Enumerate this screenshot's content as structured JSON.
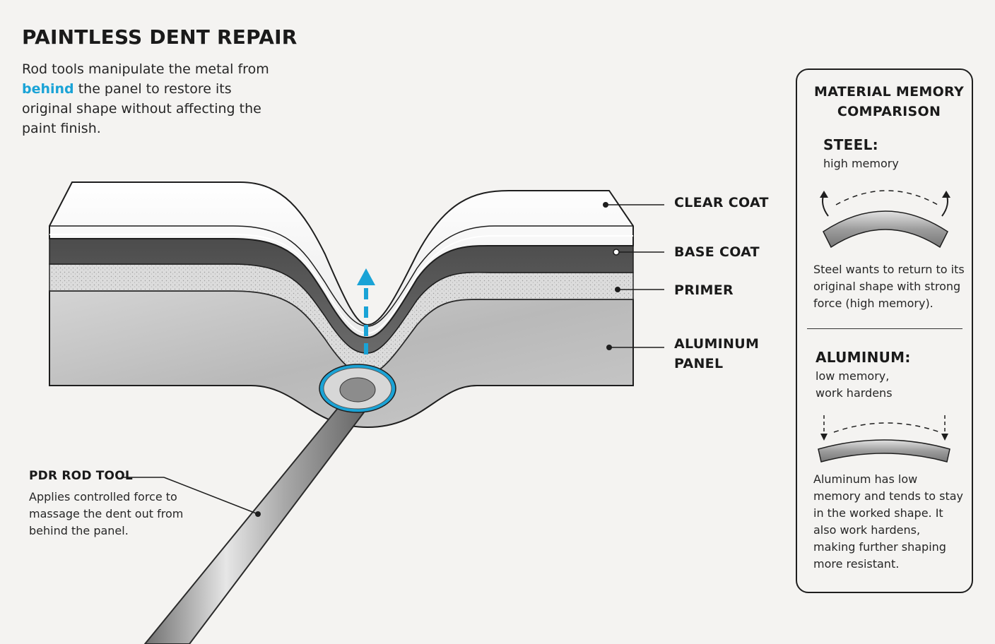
{
  "header": {
    "title": "PAINTLESS DENT REPAIR",
    "intro_before": "Rod tools manipulate the metal from ",
    "intro_highlight": "behind",
    "intro_after": " the panel to restore its original shape without affecting the paint finish.",
    "highlight_color": "#1aa3d6"
  },
  "layers": {
    "clear_coat": "CLEAR COAT",
    "base_coat": "BASE COAT",
    "primer": "PRIMER",
    "aluminum_panel_line1": "ALUMINUM",
    "aluminum_panel_line2": "PANEL"
  },
  "tool": {
    "title": "PDR ROD TOOL",
    "description": "Applies controlled force to massage the dent out from behind the panel."
  },
  "comparison": {
    "title": "MATERIAL MEMORY COMPARISON",
    "steel": {
      "name": "STEEL:",
      "memory": "high memory",
      "description": "Steel wants to return to its original shape with strong force (high memory)."
    },
    "aluminum": {
      "name": "ALUMINUM:",
      "memory_line1": "low memory,",
      "memory_line2": "work hardens",
      "description": "Aluminum has low memory and tends to stay in the worked shape. It also work hardens, making further shaping more resistant."
    }
  },
  "icons": {
    "push_arrow": "up-arrow-icon",
    "rod_tip": "rod-tip-ring-icon",
    "steel_springback": "springback-arrows-icon",
    "aluminum_stays": "down-arrows-icon"
  },
  "colors": {
    "accent": "#1aa3d6",
    "clear_coat": "#f7f7f7",
    "base_coat": "#5b5b5b",
    "primer": "#d9d9d9",
    "aluminum": "#bcbcbc"
  }
}
